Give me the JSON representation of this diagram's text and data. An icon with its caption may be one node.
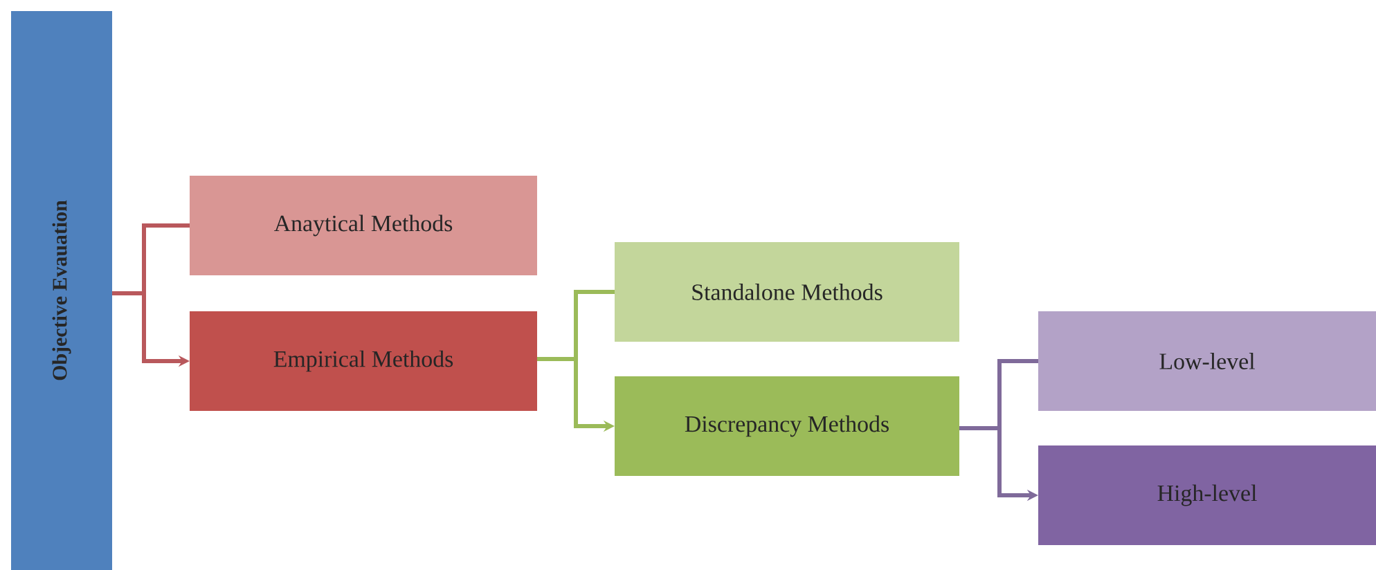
{
  "diagram": {
    "nodes": [
      {
        "text": [
          "Objective Evauation"
        ]
      },
      {
        "text": [
          "Anaytical Methods"
        ]
      },
      {
        "text": [
          "Empirical Methods"
        ]
      },
      {
        "text": [
          "Standalone Methods"
        ]
      },
      {
        "text": [
          "Discrepancy Methods"
        ]
      },
      {
        "text": [
          "Low-level"
        ]
      },
      {
        "text": [
          "High-level"
        ]
      }
    ],
    "edges": [
      {
        "from": 0,
        "to": 1,
        "arrow": "none",
        "color": "#b9585c"
      },
      {
        "from": 0,
        "to": 2,
        "arrow": "to",
        "color": "#b9585c"
      },
      {
        "from": 2,
        "to": 3,
        "arrow": "none",
        "color": "#9bbb59"
      },
      {
        "from": 2,
        "to": 4,
        "arrow": "to",
        "color": "#9bbb59"
      },
      {
        "from": 4,
        "to": 5,
        "arrow": "none",
        "color": "#7f6a9a"
      },
      {
        "from": 4,
        "to": 6,
        "arrow": "to",
        "color": "#7f6a9a"
      }
    ]
  }
}
